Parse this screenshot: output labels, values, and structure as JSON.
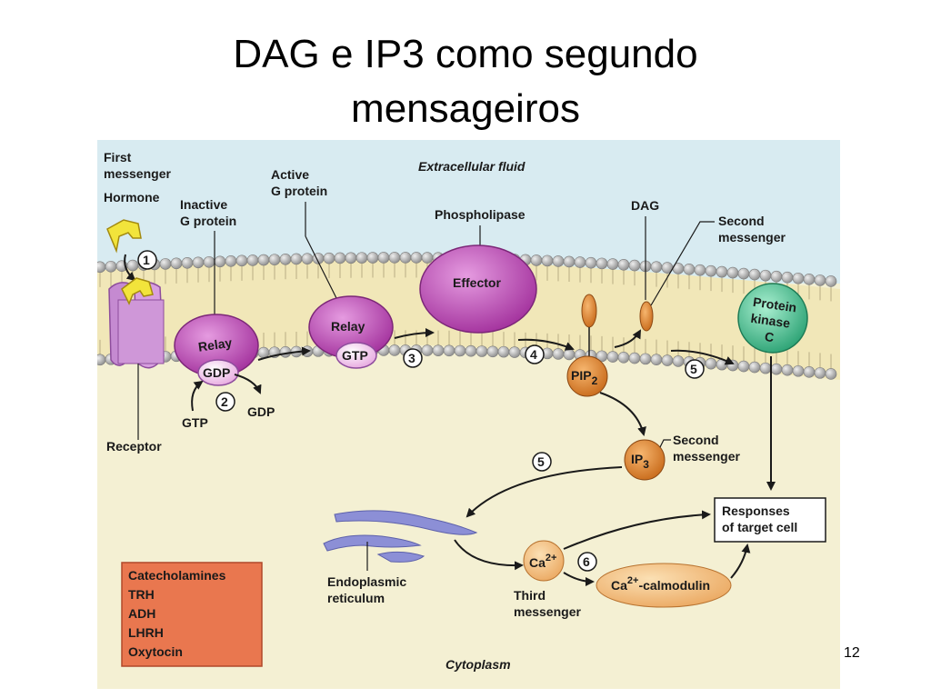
{
  "title": {
    "line1": "DAG e IP3 como segundo",
    "line2": "mensageiros"
  },
  "labels": {
    "extracellular_fluid": "Extracellular fluid",
    "cytoplasm": "Cytoplasm",
    "first_messenger_1": "First",
    "first_messenger_2": "messenger",
    "hormone": "Hormone",
    "inactive_g_1": "Inactive",
    "inactive_g_2": "G protein",
    "active_g_1": "Active",
    "active_g_2": "G protein",
    "phospholipase": "Phospholipase",
    "dag": "DAG",
    "second_messenger_top_1": "Second",
    "second_messenger_top_2": "messenger",
    "relay_inactive": "Relay",
    "gdp_bound": "GDP",
    "relay_active": "Relay",
    "gtp_bound": "GTP",
    "effector": "Effector",
    "pip2": "PIP",
    "pip2_sub": "2",
    "protein_kinase_1": "Protein",
    "protein_kinase_2": "kinase",
    "protein_kinase_3": "C",
    "gtp_in": "GTP",
    "gdp_out": "GDP",
    "receptor": "Receptor",
    "ip3": "IP",
    "ip3_sub": "3",
    "second_messenger_mid_1": "Second",
    "second_messenger_mid_2": "messenger",
    "responses_1": "Responses",
    "responses_2": "of target cell",
    "er_1": "Endoplasmic",
    "er_2": "reticulum",
    "ca": "Ca",
    "ca_sup": "2+",
    "third_messenger_1": "Third",
    "third_messenger_2": "messenger",
    "calmodulin_ca": "Ca",
    "calmodulin_sup": "2+",
    "calmodulin_rest": "-calmodulin"
  },
  "steps": {
    "s1": "1",
    "s2": "2",
    "s3": "3",
    "s4": "4",
    "s5a": "5",
    "s5b": "5",
    "s6": "6"
  },
  "hormone_list": [
    "Catecholamines",
    "TRH",
    "ADH",
    "LHRH",
    "Oxytocin"
  ],
  "page_number": "12",
  "colors": {
    "extracellular": "#d8ebf1",
    "cytoplasm": "#f4f0d3",
    "relay_protein": "#b93fb3",
    "pip2": "#d87d22",
    "protein_kinase_c": "#3bbf8a",
    "hormone_box": "#e9774f"
  }
}
